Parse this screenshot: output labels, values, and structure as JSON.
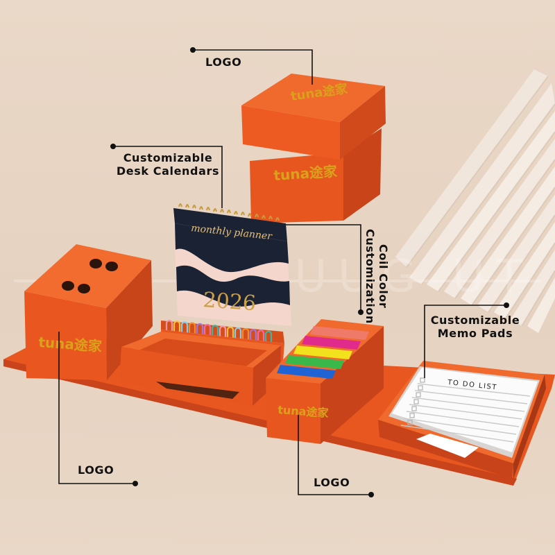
{
  "callouts": {
    "logo_top": "LOGO",
    "calendar_line1": "Customizable",
    "calendar_line2": "Desk Calendars",
    "coil_line1": "Coil Color",
    "coil_line2": "Customization",
    "memo_line1": "Customizable",
    "memo_line2": "Memo Pads",
    "logo_left": "LOGO",
    "logo_bottom": "LOGO"
  },
  "product": {
    "brand_logo": "tuna途家",
    "calendar_title": "monthly planner",
    "calendar_year": "2026",
    "memo_heading": "TO DO LIST"
  },
  "colors": {
    "background": "#e8d5c4",
    "box_orange": "#ec5a24",
    "box_orange_dark": "#c8431a",
    "gold_logo": "#d9a21a",
    "calendar_navy": "#1b2234",
    "calendar_blush": "#f4d6cc"
  },
  "sticky_tabs": [
    "#f07a6a",
    "#e02a8c",
    "#f2e21e",
    "#3ab84a",
    "#1f63d4"
  ],
  "clip_colors": [
    "#f29aa8",
    "#f5c03a",
    "#7fd0f0",
    "#f48a2a",
    "#9b7ae0",
    "#f56aa0",
    "#3fb7a0"
  ],
  "icons": {
    "callout_dot": "filled-circle",
    "pen_holes": "circle-holes"
  }
}
